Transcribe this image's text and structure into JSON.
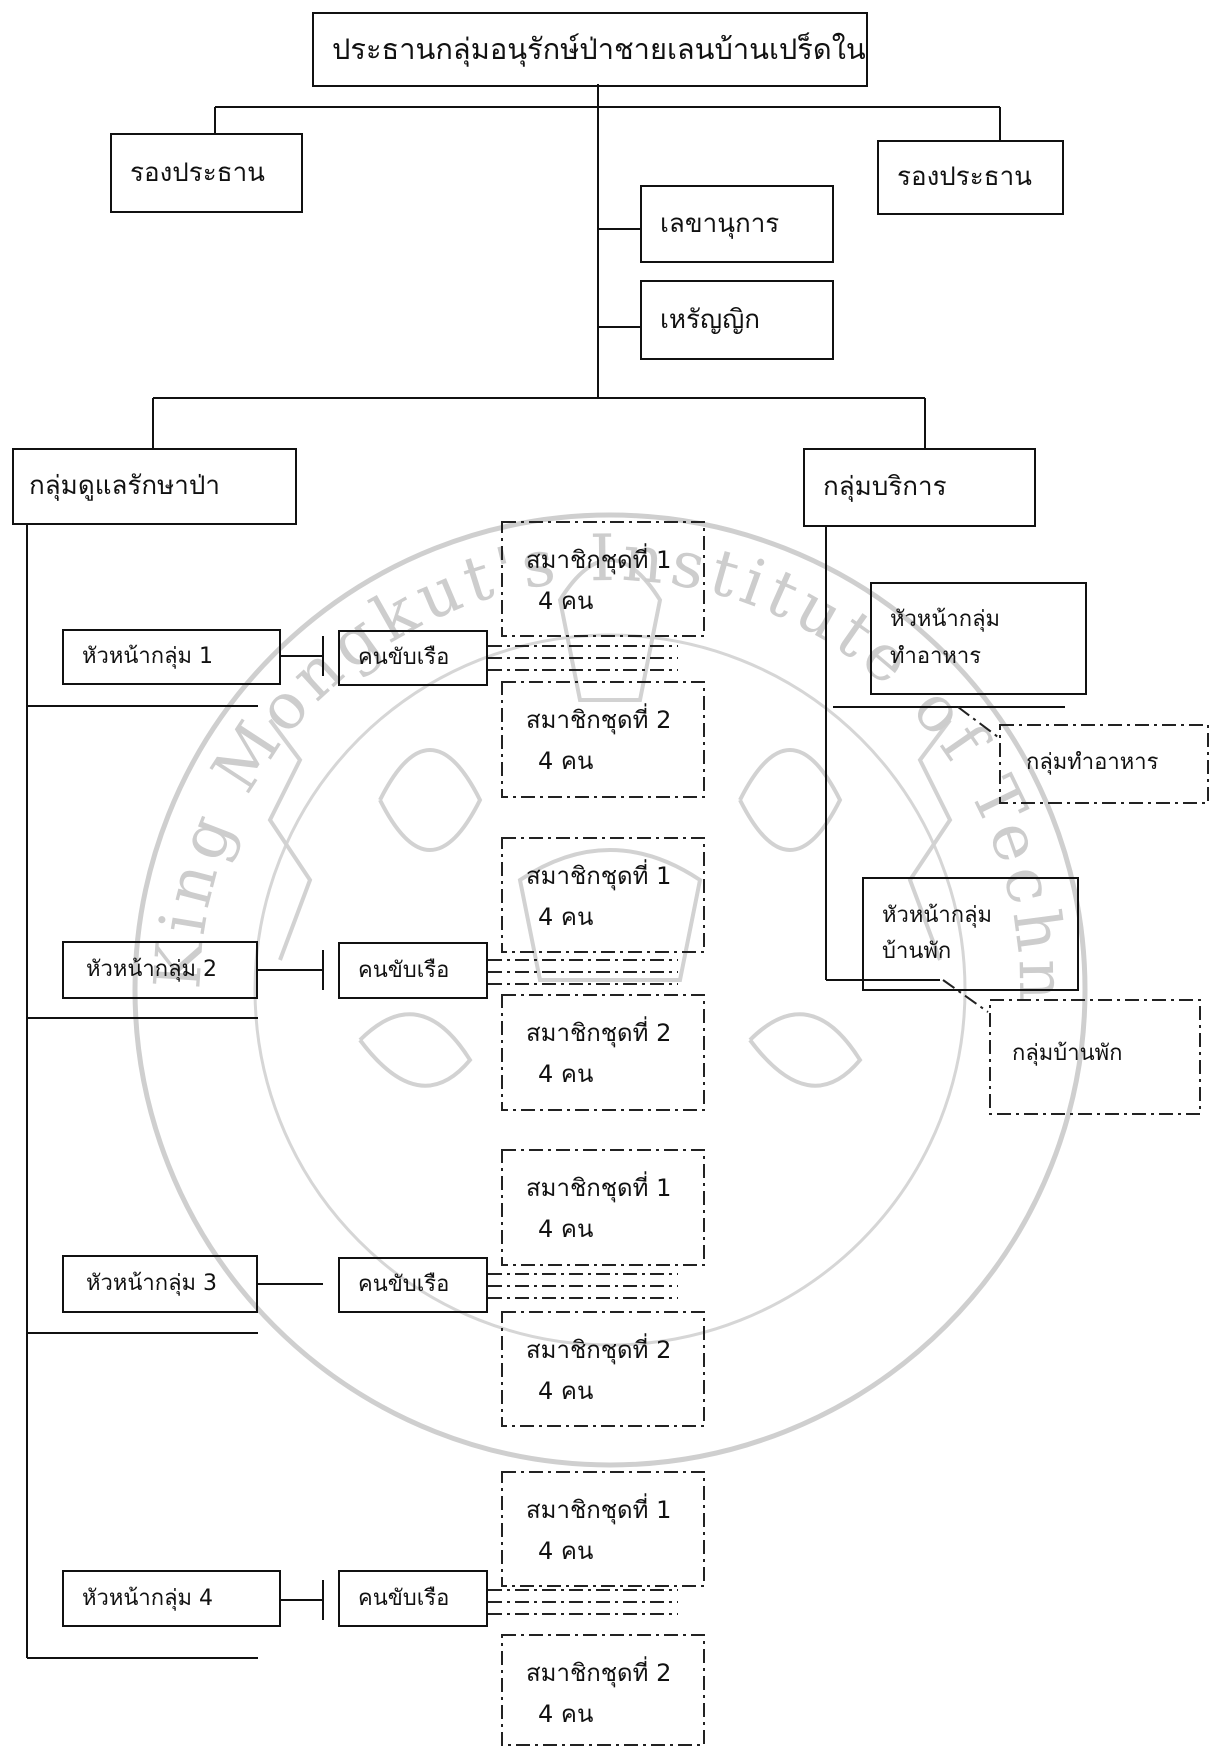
{
  "chart": {
    "top": "ประธานกลุ่มอนุรักษ์ป่าชายเลนบ้านเปร็ดใน",
    "vice_left": "รองประธาน",
    "vice_right": "รองประธาน",
    "secretary": "เลขานุการ",
    "treasurer": "เหรัญญิก",
    "forest_group": "กลุ่มดูแลรักษาป่า",
    "service_group": "กลุ่มบริการ",
    "leaders": [
      "หัวหน้ากลุ่ม 1",
      "หัวหน้ากลุ่ม 2",
      "หัวหน้ากลุ่ม 3",
      "หัวหน้ากลุ่ม 4"
    ],
    "boat_driver": "คนขับเรือ",
    "member_set_1": "สมาชิกชุดที่ 1",
    "member_set_2": "สมาชิกชุดที่ 2",
    "member_count": "4 คน",
    "food_head_line1": "หัวหน้ากลุ่ม",
    "food_head_line2": "ทำอาหาร",
    "food_group": "กลุ่มทำอาหาร",
    "lodging_head_line1": "หัวหน้ากลุ่ม",
    "lodging_head_line2": "บ้านพัก",
    "lodging_group": "กลุ่มบ้านพัก"
  },
  "watermark": {
    "text": "King Mongkut's Institute of Technology Ladkrabang",
    "color": "#c8c8c8"
  }
}
